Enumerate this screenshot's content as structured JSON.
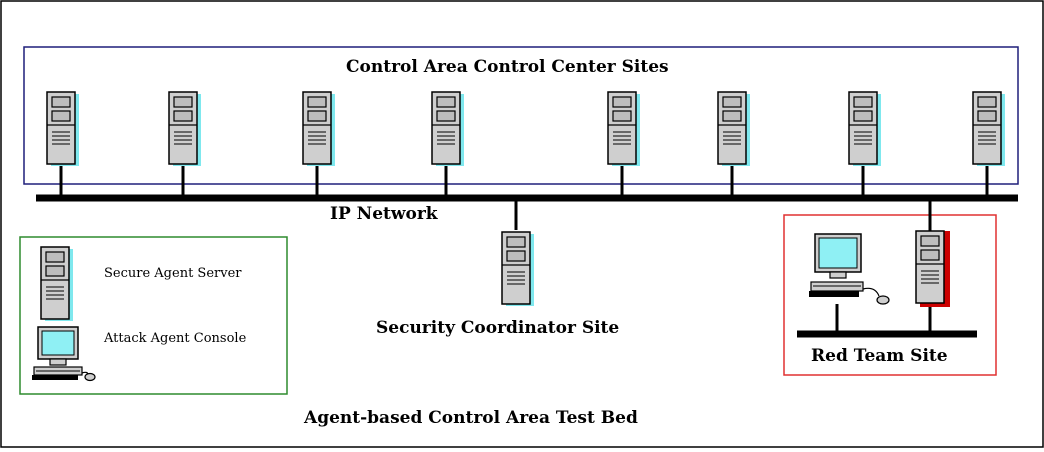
{
  "title": "Agent-based Control Area Test Bed",
  "regions": {
    "control_area": "Control Area Control Center Sites",
    "network": "IP Network",
    "security_coordinator": "Security Coordinator Site",
    "red_team": "Red Team Site"
  },
  "legend": {
    "server": "Secure Agent Server",
    "console": "Attack Agent Console"
  },
  "colors": {
    "control_area_border": "#1f1f7a",
    "legend_border": "#2e8b2e",
    "red_team_border": "#e03030",
    "server_shadow": "#7fe8ee",
    "red_server_shadow": "#cc0000",
    "monitor_screen": "#8ff0f4"
  },
  "icons": [
    "server-icon",
    "workstation-icon"
  ]
}
